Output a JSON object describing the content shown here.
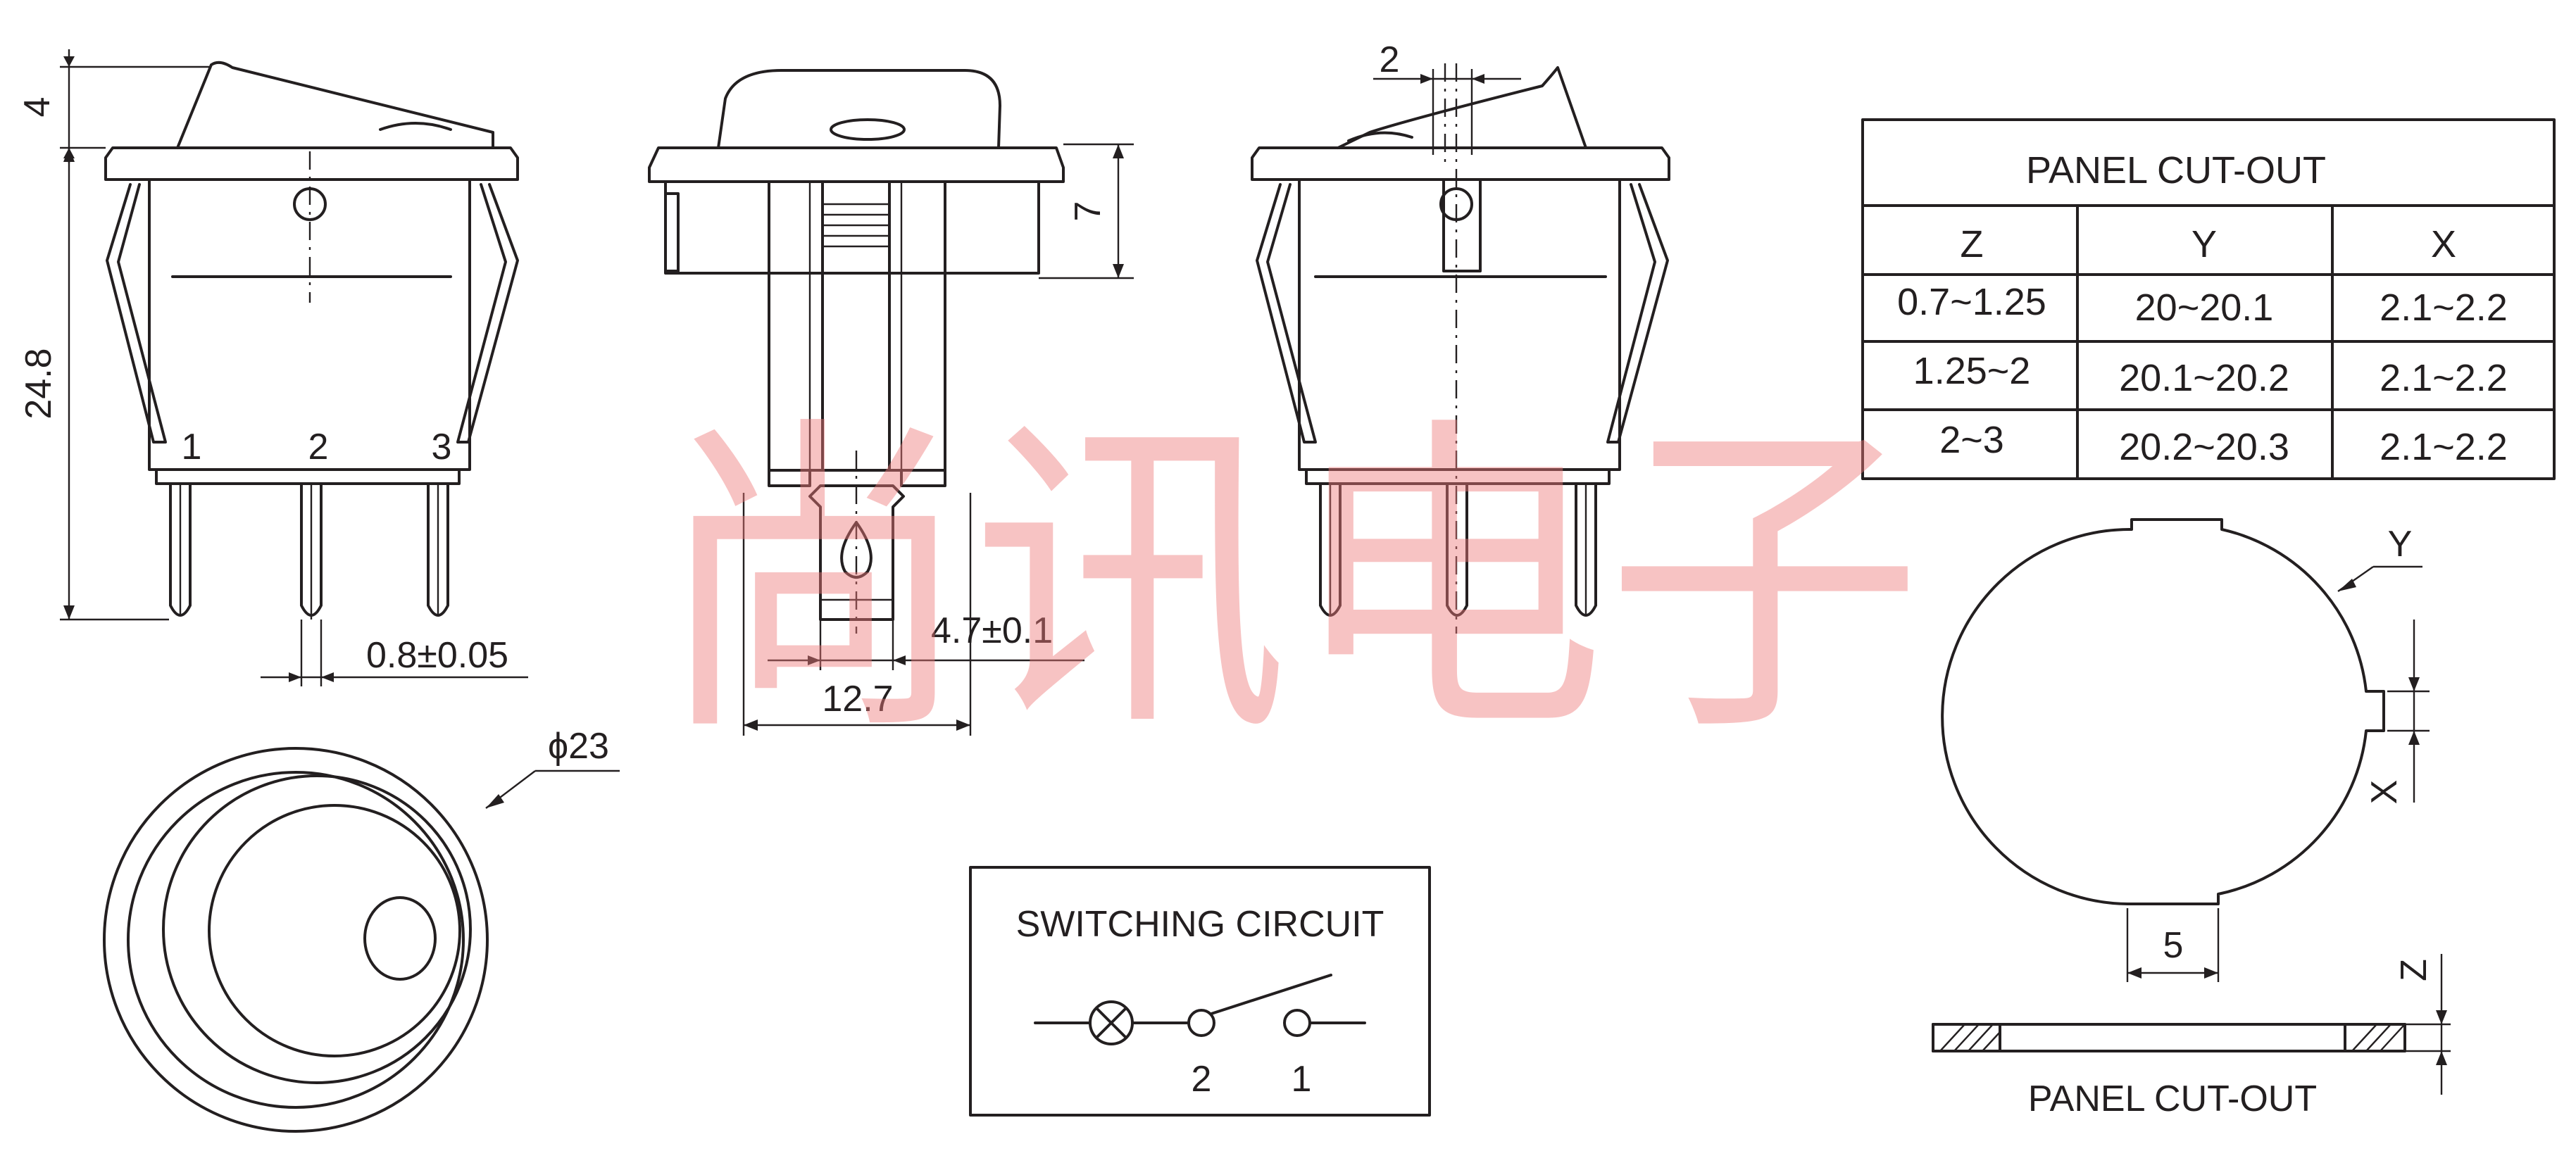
{
  "dimensions": {
    "top_height": "4",
    "body_height": "24.8",
    "terminal_width": "0.8±0.05",
    "diameter": "ϕ23",
    "side_height": "7",
    "tab_width": "4.7±0.1",
    "base_width": "12.7",
    "offset": "2"
  },
  "terminals": {
    "t1": "1",
    "t2": "2",
    "t3": "3"
  },
  "table": {
    "title": "PANEL CUT-OUT",
    "headers": [
      "Z",
      "Y",
      "X"
    ],
    "rows": [
      [
        "0.7~1.25",
        "20~20.1",
        "2.1~2.2"
      ],
      [
        "1.25~2",
        "20.1~20.2",
        "2.1~2.2"
      ],
      [
        "2~3",
        "20.2~20.3",
        "2.1~2.2"
      ]
    ]
  },
  "cutout": {
    "y": "Y",
    "x": "X",
    "width": "5",
    "z": "Z",
    "caption": "PANEL CUT-OUT"
  },
  "circuit": {
    "title": "SWITCHING CIRCUIT",
    "pin_a": "2",
    "pin_b": "1"
  },
  "watermark": "尚讯电子"
}
